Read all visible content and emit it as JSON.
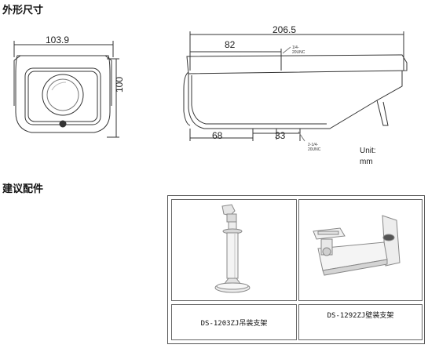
{
  "sections": {
    "dimensions_title": "外形尺寸",
    "accessories_title": "建议配件"
  },
  "front_view": {
    "width_label": "103.9",
    "height_label": "100"
  },
  "side_view": {
    "length_label": "206.5",
    "top_offset_label": "82",
    "bottom_offset_label": "68",
    "mount_width_label": "33",
    "thread_top": [
      "1/4-",
      "20UNC"
    ],
    "thread_bottom": [
      "2-1/4-",
      "20UNC"
    ],
    "unit_label": "Unit:",
    "unit_value": "mm"
  },
  "accessories": [
    {
      "model": "DS-1203ZJ",
      "name": "吊装支架",
      "caption": "DS-1203ZJ吊装支架",
      "icon": "ceiling-mount-bracket-icon"
    },
    {
      "model": "DS-1292ZJ",
      "name": "壁装支架",
      "caption": "DS-1292ZJ壁装支架",
      "icon": "wall-mount-bracket-icon"
    }
  ],
  "colors": {
    "line": "#333333",
    "bracket_fill": "#f2f2f2",
    "bracket_shade": "#c8c8c8"
  }
}
